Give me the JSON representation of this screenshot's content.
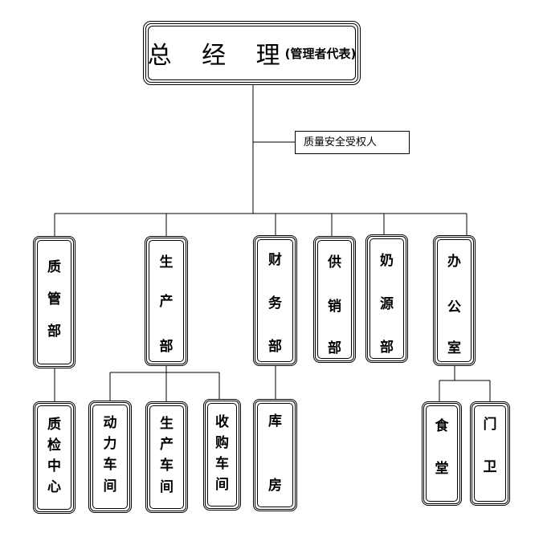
{
  "general_manager": {
    "title": "总 经 理",
    "subtitle": "(管理者代表)"
  },
  "qa_person": "质量安全受权人",
  "departments": {
    "quality": [
      "质",
      "管",
      "部"
    ],
    "production": [
      "生",
      "产",
      "部"
    ],
    "finance": [
      "财",
      "务",
      "部"
    ],
    "supply_sales": [
      "供",
      "销",
      "部"
    ],
    "milk_source": [
      "奶",
      "源",
      "部"
    ],
    "office": [
      "办",
      "公",
      "室"
    ]
  },
  "units": {
    "quality_center": [
      "质",
      "检",
      "中",
      "心"
    ],
    "power_workshop": [
      "动",
      "力",
      "车",
      "间"
    ],
    "production_workshop": [
      "生",
      "产",
      "车",
      "间"
    ],
    "purchasing_workshop": [
      "收",
      "购",
      "车",
      "间"
    ],
    "warehouse": [
      "库",
      "房"
    ],
    "canteen": [
      "食",
      "堂"
    ],
    "guard": [
      "门",
      "卫"
    ]
  }
}
